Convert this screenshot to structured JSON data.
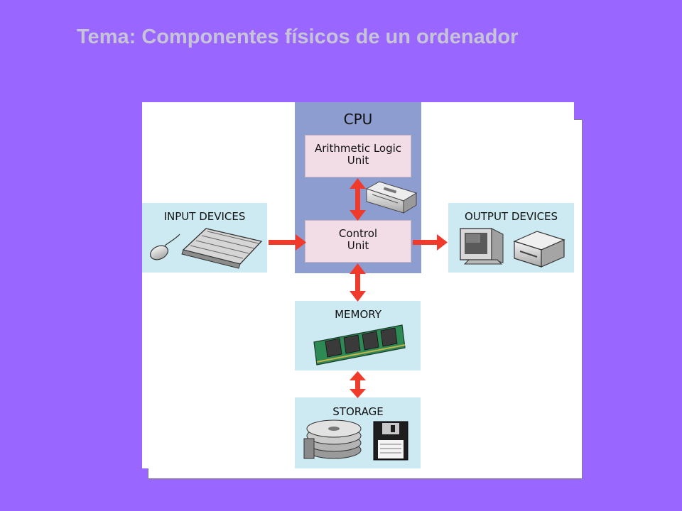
{
  "title": "Tema: Componentes físicos de un ordenador",
  "diagram": {
    "cpu": "CPU",
    "alu": "Arithmetic Logic Unit",
    "control_unit": "Control Unit",
    "input": "INPUT DEVICES",
    "output": "OUTPUT DEVICES",
    "memory": "MEMORY",
    "storage": "STORAGE"
  },
  "colors": {
    "background": "#9966FF",
    "title": "#C8C4D8",
    "cpu_block": "#8E9DD0",
    "device_block": "#CDEAF2",
    "unit_block": "#F2DCE6",
    "arrow": "#F03A2C"
  }
}
